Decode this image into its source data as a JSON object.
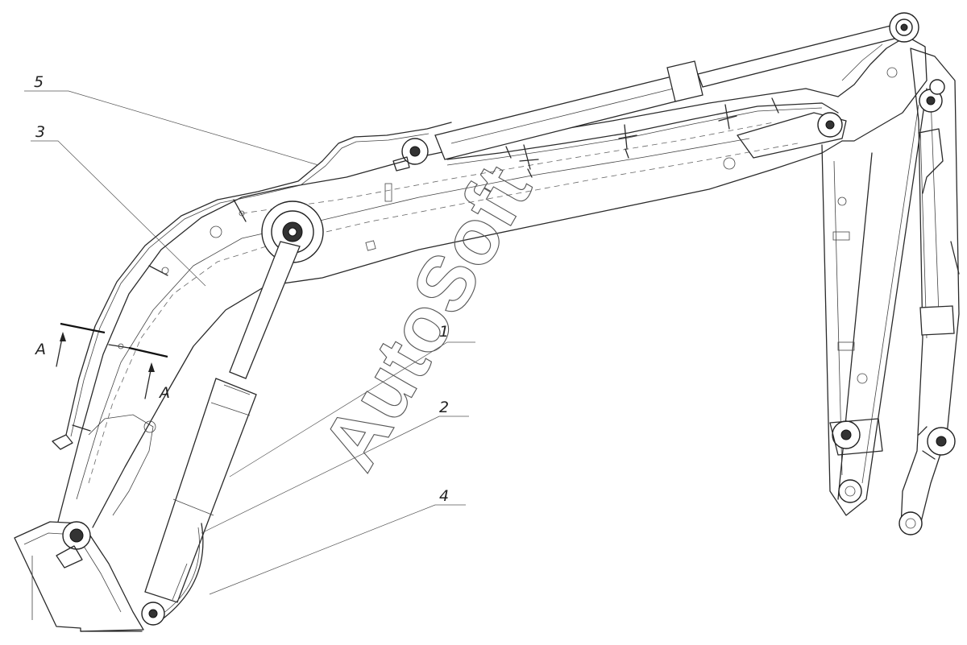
{
  "callouts": {
    "c1": "1",
    "c2": "2",
    "c3": "3",
    "c4": "4",
    "c5": "5"
  },
  "section": {
    "left": "A",
    "right": "A"
  },
  "watermark": "AutoSoft"
}
